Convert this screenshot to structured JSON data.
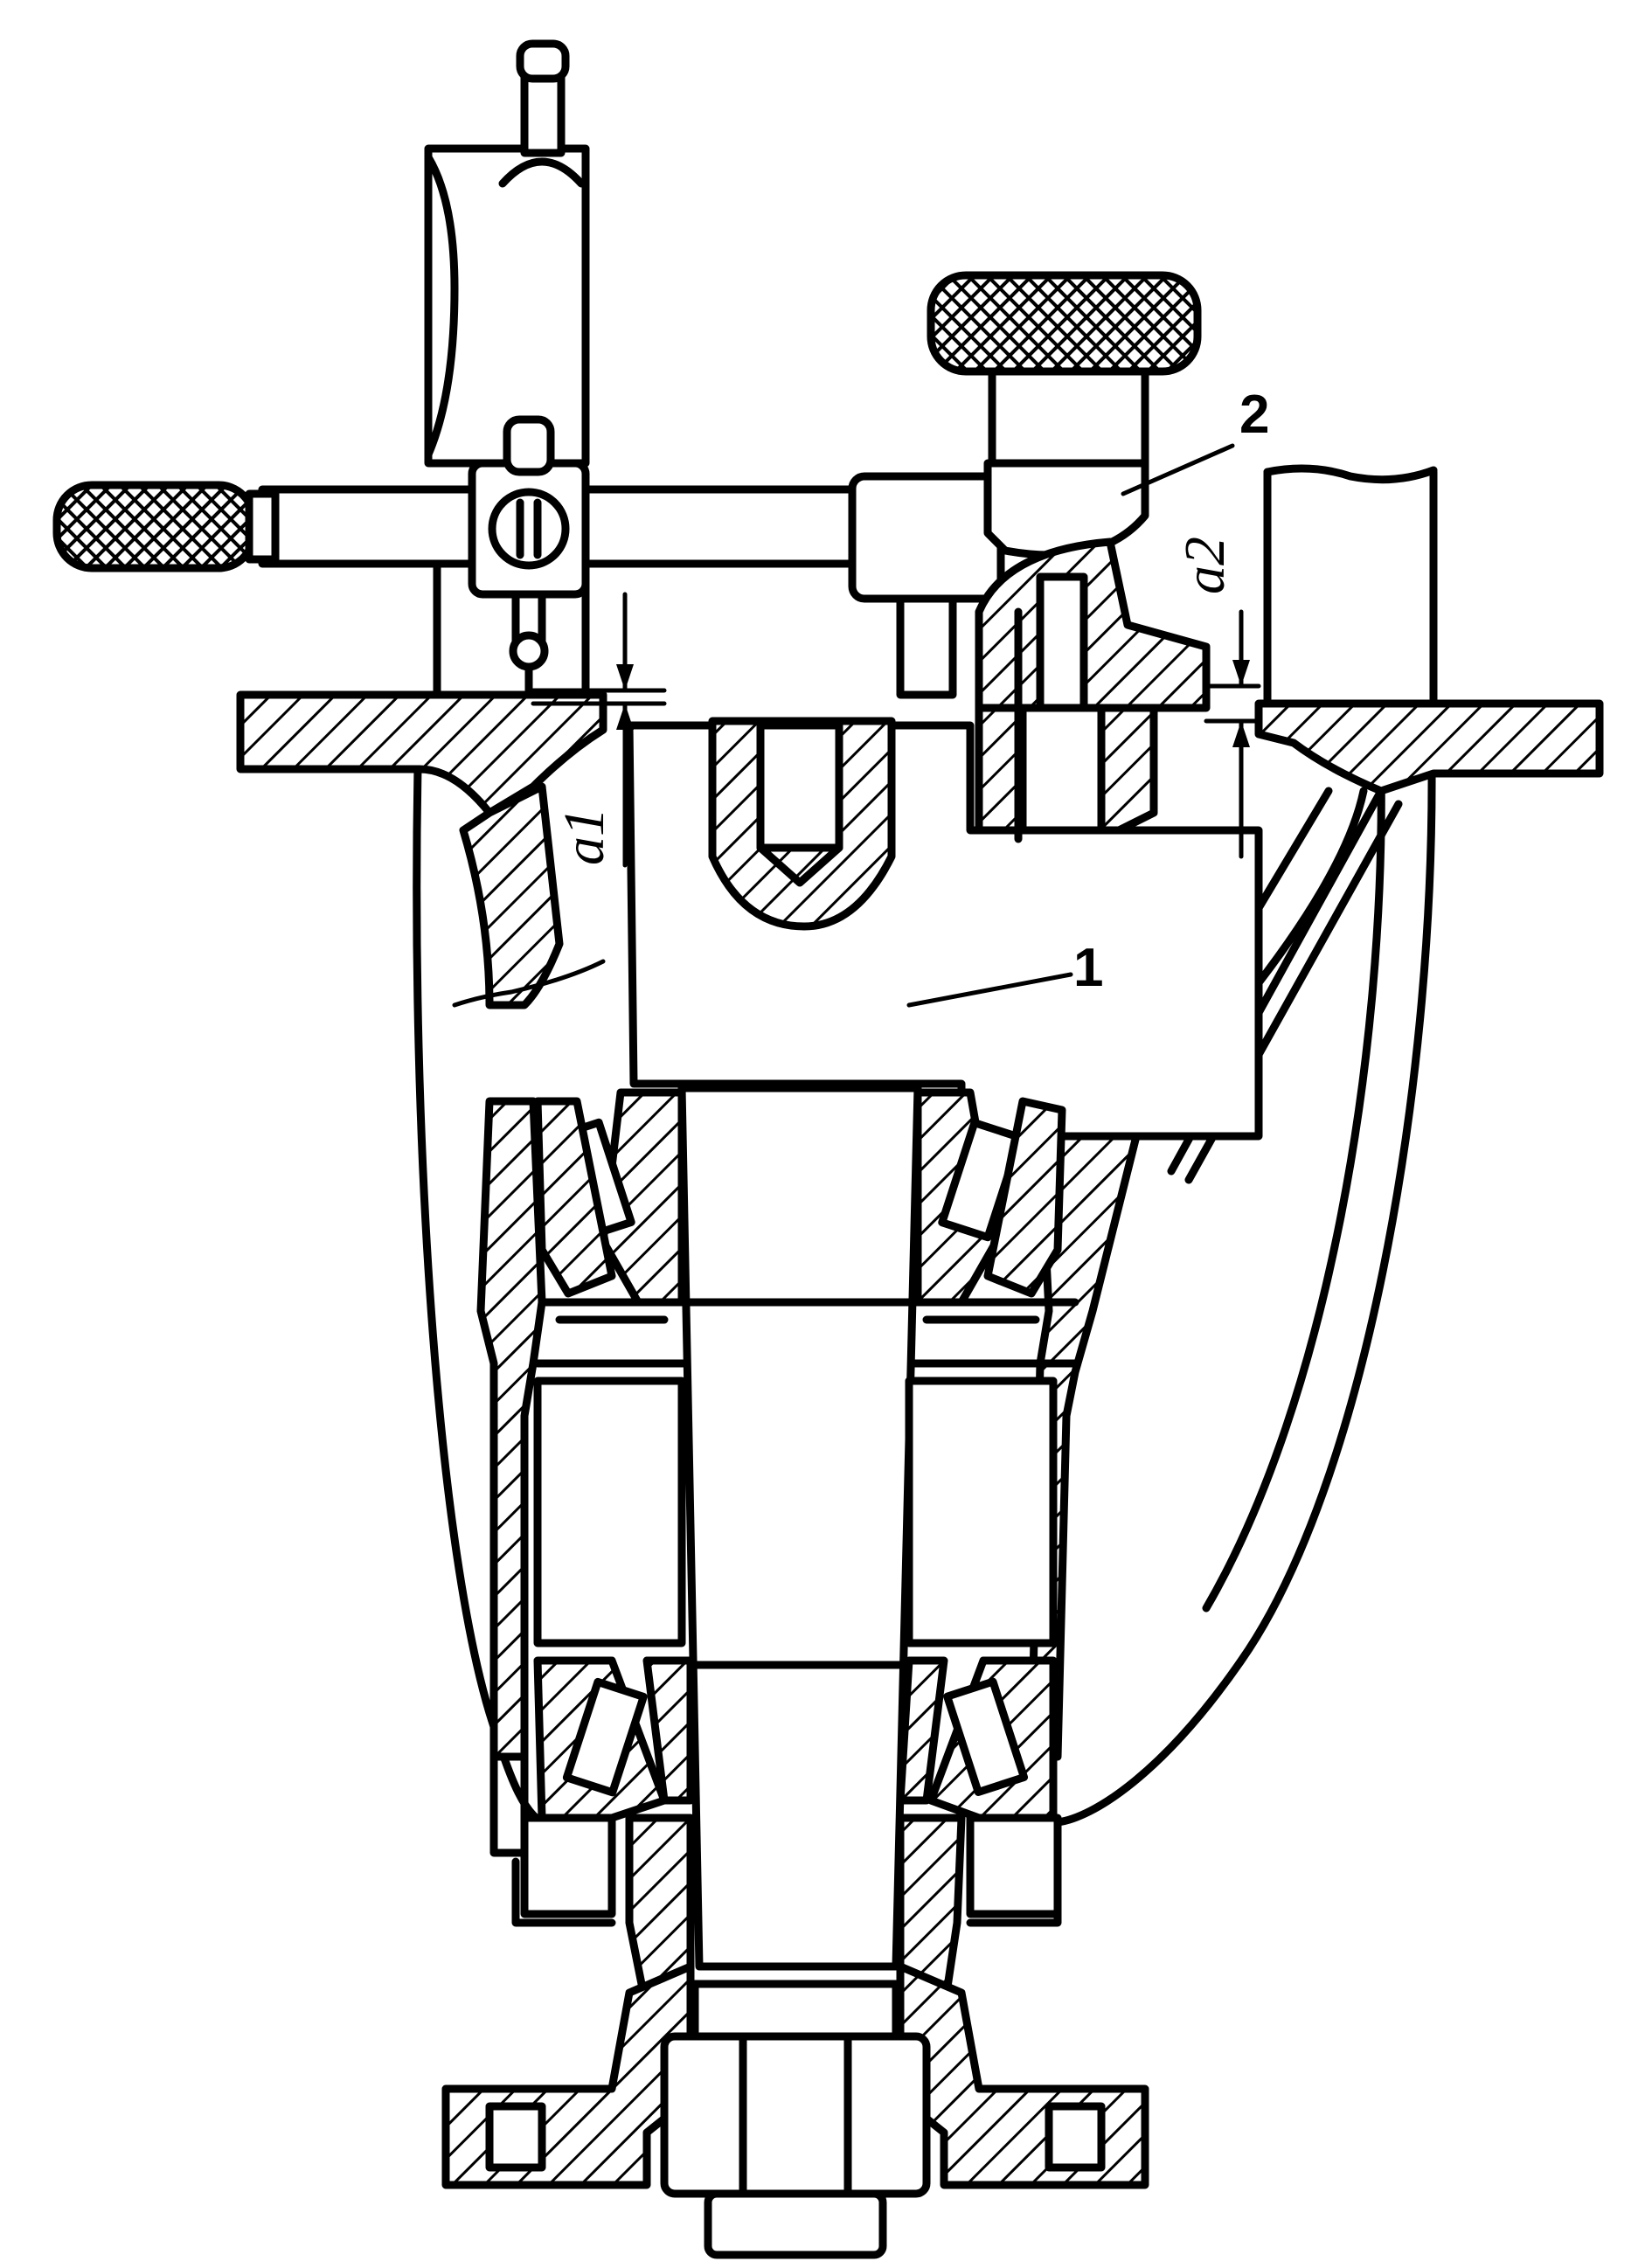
{
  "labels": {
    "part_1": "1",
    "part_2": "2",
    "gap_a1": "a1",
    "gap_a2": "a2"
  }
}
